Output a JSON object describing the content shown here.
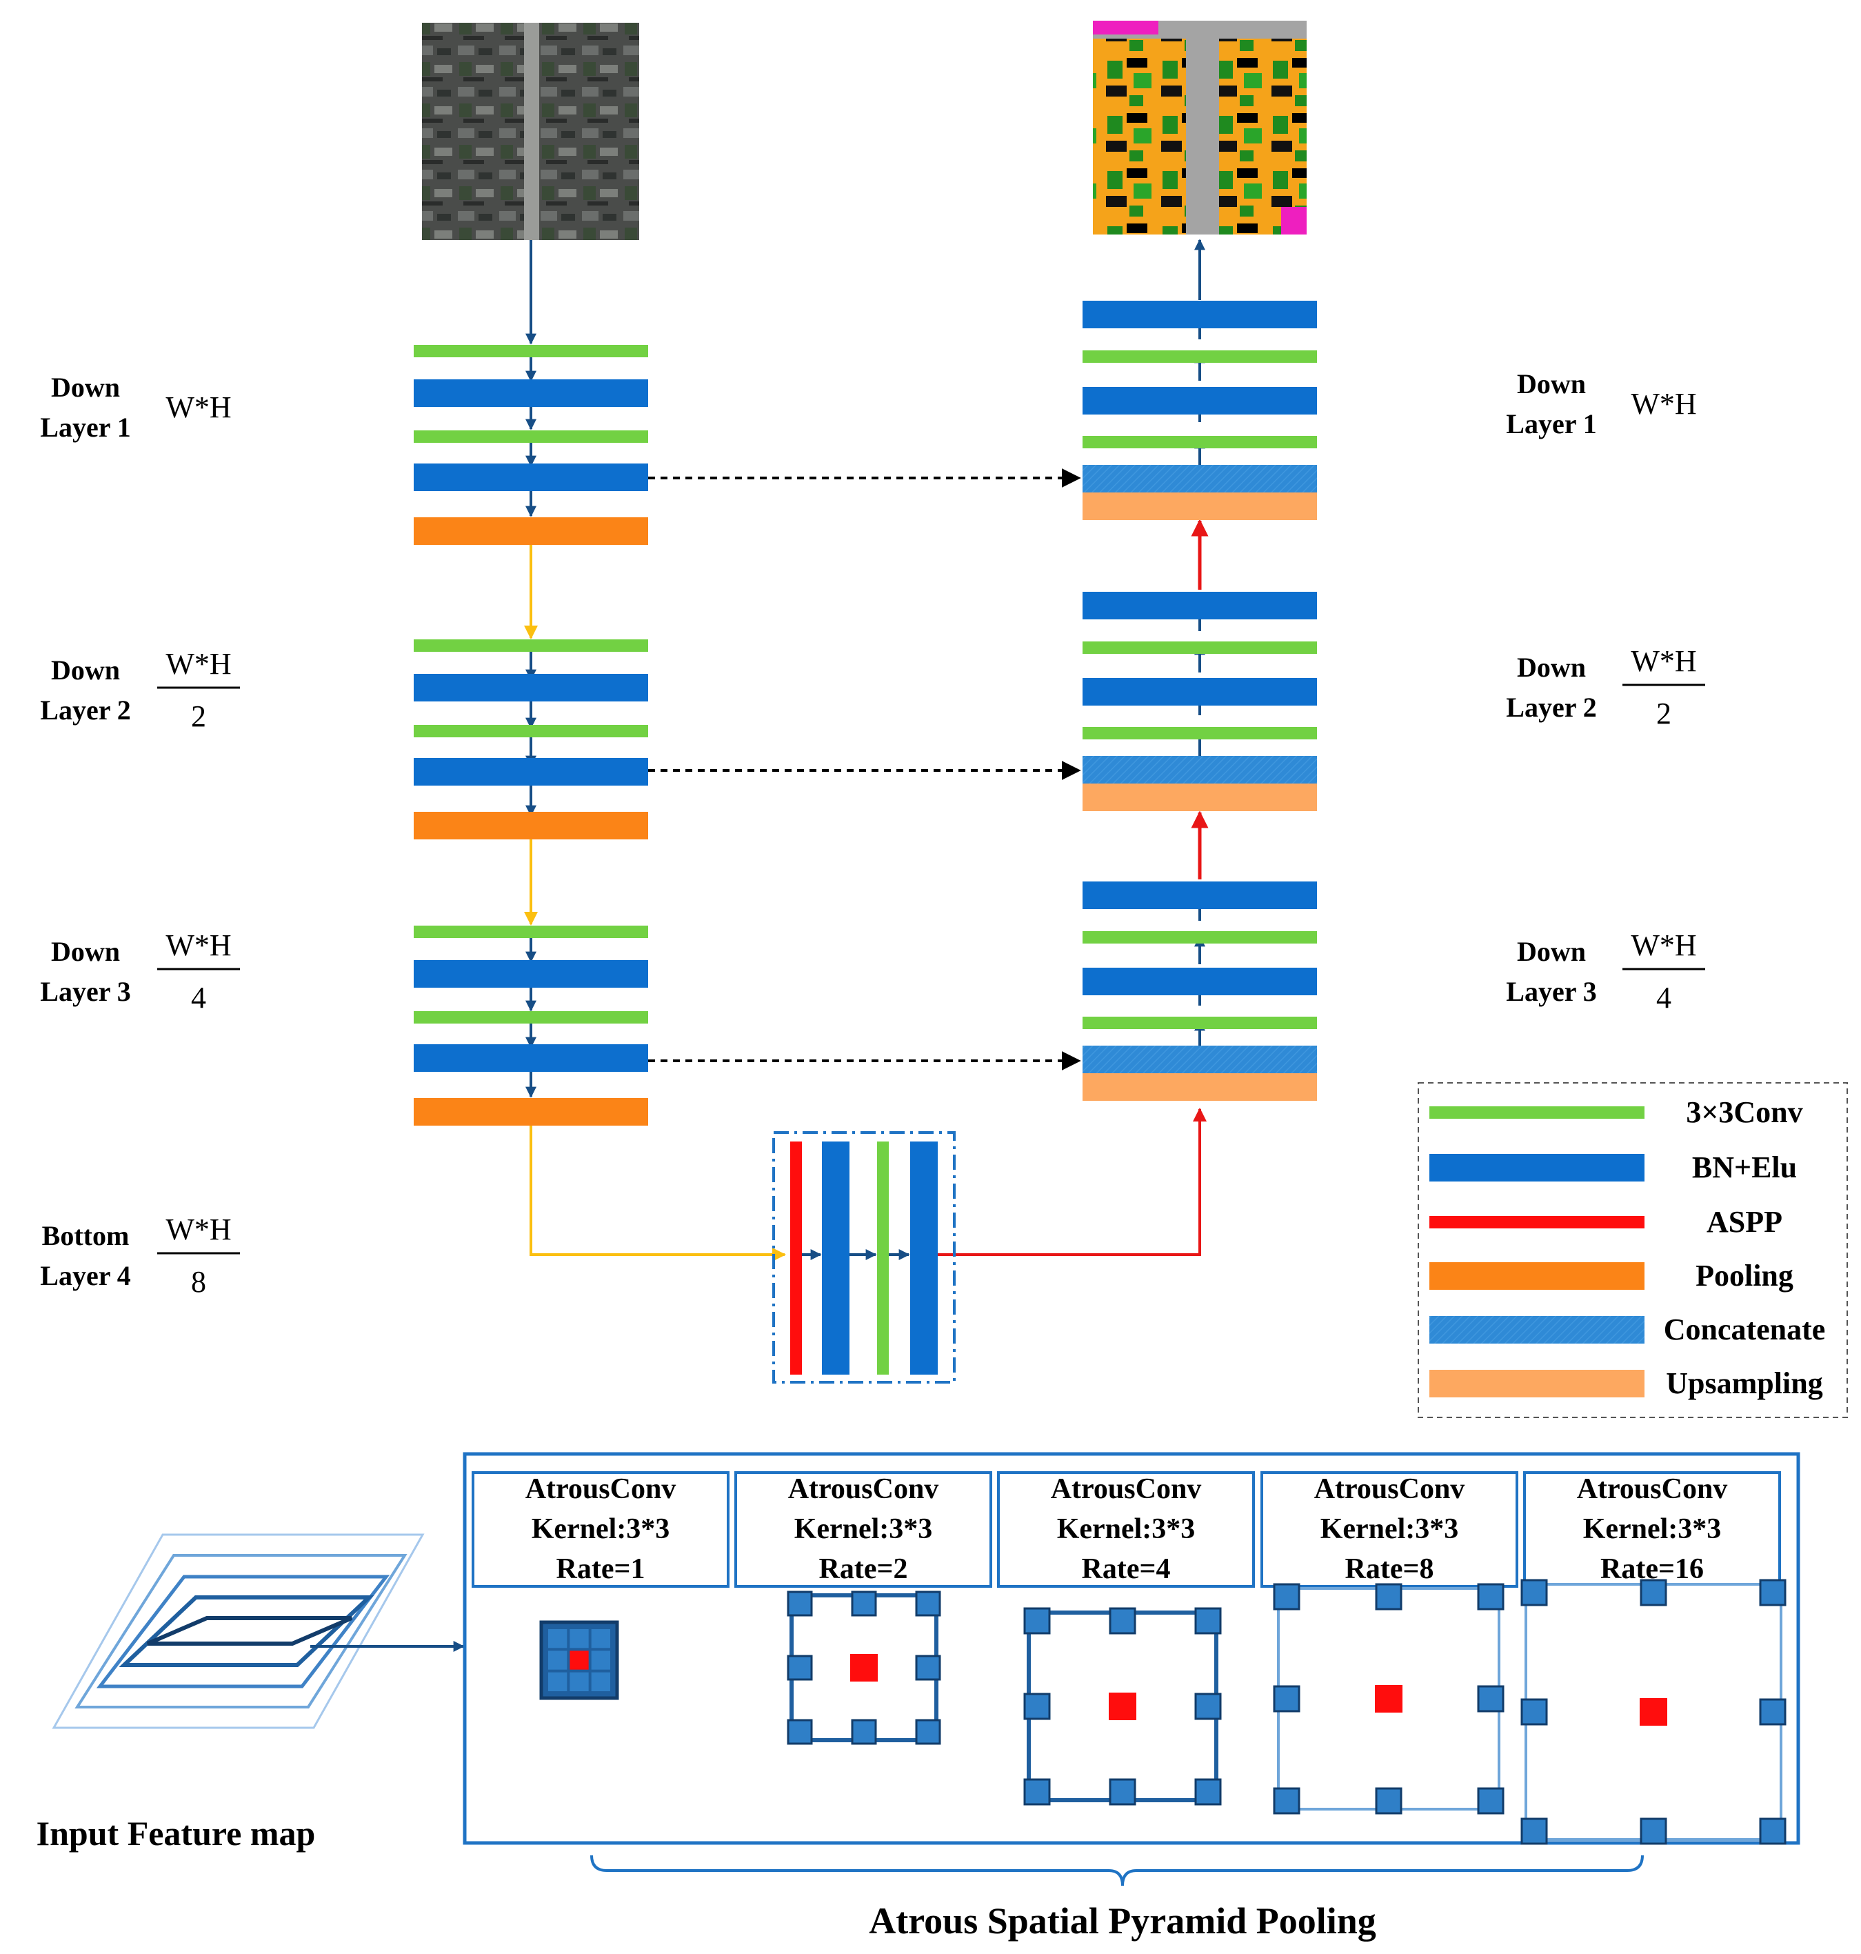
{
  "colors": {
    "conv": "#72d143",
    "bn": "#0d6fce",
    "aspp": "#ff0d0d",
    "pooling": "#fb8417",
    "concat": "#2f8ad6",
    "upsampling": "#fda860",
    "yellow_arrow": "#fbbf10",
    "red_arrow": "#e81616",
    "dark_arrow": "#174e86",
    "frame_blue": "#1f73c4"
  },
  "layers_left": [
    {
      "line1": "Down",
      "line2": "Layer 1",
      "numerator": "W*H",
      "denominator": ""
    },
    {
      "line1": "Down",
      "line2": "Layer 2",
      "numerator": "W*H",
      "denominator": "2"
    },
    {
      "line1": "Down",
      "line2": "Layer 3",
      "numerator": "W*H",
      "denominator": "4"
    },
    {
      "line1": "Bottom",
      "line2": "Layer 4",
      "numerator": "W*H",
      "denominator": "8"
    }
  ],
  "layers_right": [
    {
      "line1": "Down",
      "line2": "Layer 1",
      "numerator": "W*H",
      "denominator": ""
    },
    {
      "line1": "Down",
      "line2": "Layer 2",
      "numerator": "W*H",
      "denominator": "2"
    },
    {
      "line1": "Down",
      "line2": "Layer 3",
      "numerator": "W*H",
      "denominator": "4"
    }
  ],
  "legend": [
    {
      "label": "3×3Conv",
      "kind": "conv"
    },
    {
      "label": "BN+Elu",
      "kind": "bn"
    },
    {
      "label": "ASPP",
      "kind": "aspp"
    },
    {
      "label": "Pooling",
      "kind": "pooling"
    },
    {
      "label": "Concatenate",
      "kind": "concat"
    },
    {
      "label": "Upsampling",
      "kind": "upsampling"
    }
  ],
  "aspp_cells": [
    {
      "title": "AtrousConv",
      "kernel": "Kernel:3*3",
      "rate": "Rate=1"
    },
    {
      "title": "AtrousConv",
      "kernel": "Kernel:3*3",
      "rate": "Rate=2"
    },
    {
      "title": "AtrousConv",
      "kernel": "Kernel:3*3",
      "rate": "Rate=4"
    },
    {
      "title": "AtrousConv",
      "kernel": "Kernel:3*3",
      "rate": "Rate=8"
    },
    {
      "title": "AtrousConv",
      "kernel": "Kernel:3*3",
      "rate": "Rate=16"
    }
  ],
  "input_label": "Input Feature map",
  "aspp_label": "Atrous Spatial Pyramid Pooling"
}
